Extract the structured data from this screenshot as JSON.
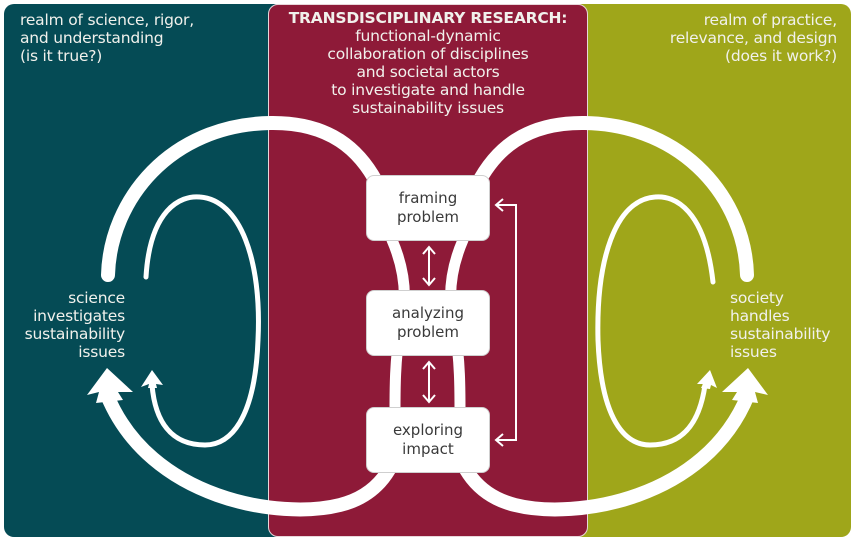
{
  "colors": {
    "science_panel": "#054b55",
    "transdisciplinary_panel": "#8e1a38",
    "practice_panel": "#9fa61a",
    "arrows": "#ffffff",
    "box_fill": "#ffffff",
    "box_text": "#3a3a3a"
  },
  "left_panel": {
    "heading_lines": [
      "realm of science, rigor,",
      "and understanding",
      "(is it true?)"
    ],
    "label_lines": [
      "science",
      "investigates",
      "sustainability",
      "issues"
    ]
  },
  "center_panel": {
    "title": "TRANSDISCIPLINARY RESEARCH:",
    "subtitle_lines": [
      "functional-dynamic",
      "collaboration of disciplines",
      "and societal actors",
      "to investigate and handle",
      "sustainability issues"
    ],
    "steps": [
      {
        "lines": [
          "framing",
          "problem"
        ]
      },
      {
        "lines": [
          "analyzing",
          "problem"
        ]
      },
      {
        "lines": [
          "exploring",
          "impact"
        ]
      }
    ],
    "connectors": [
      {
        "from": "framing problem",
        "to": "analyzing problem",
        "type": "bidirectional"
      },
      {
        "from": "analyzing problem",
        "to": "exploring impact",
        "type": "bidirectional"
      },
      {
        "from": "exploring impact",
        "to": "framing problem",
        "type": "feedback-loop"
      }
    ]
  },
  "right_panel": {
    "heading_lines": [
      "realm of practice,",
      "relevance, and design",
      "(does it work?)"
    ],
    "label_lines": [
      "society",
      "handles",
      "sustainability",
      "issues"
    ]
  }
}
